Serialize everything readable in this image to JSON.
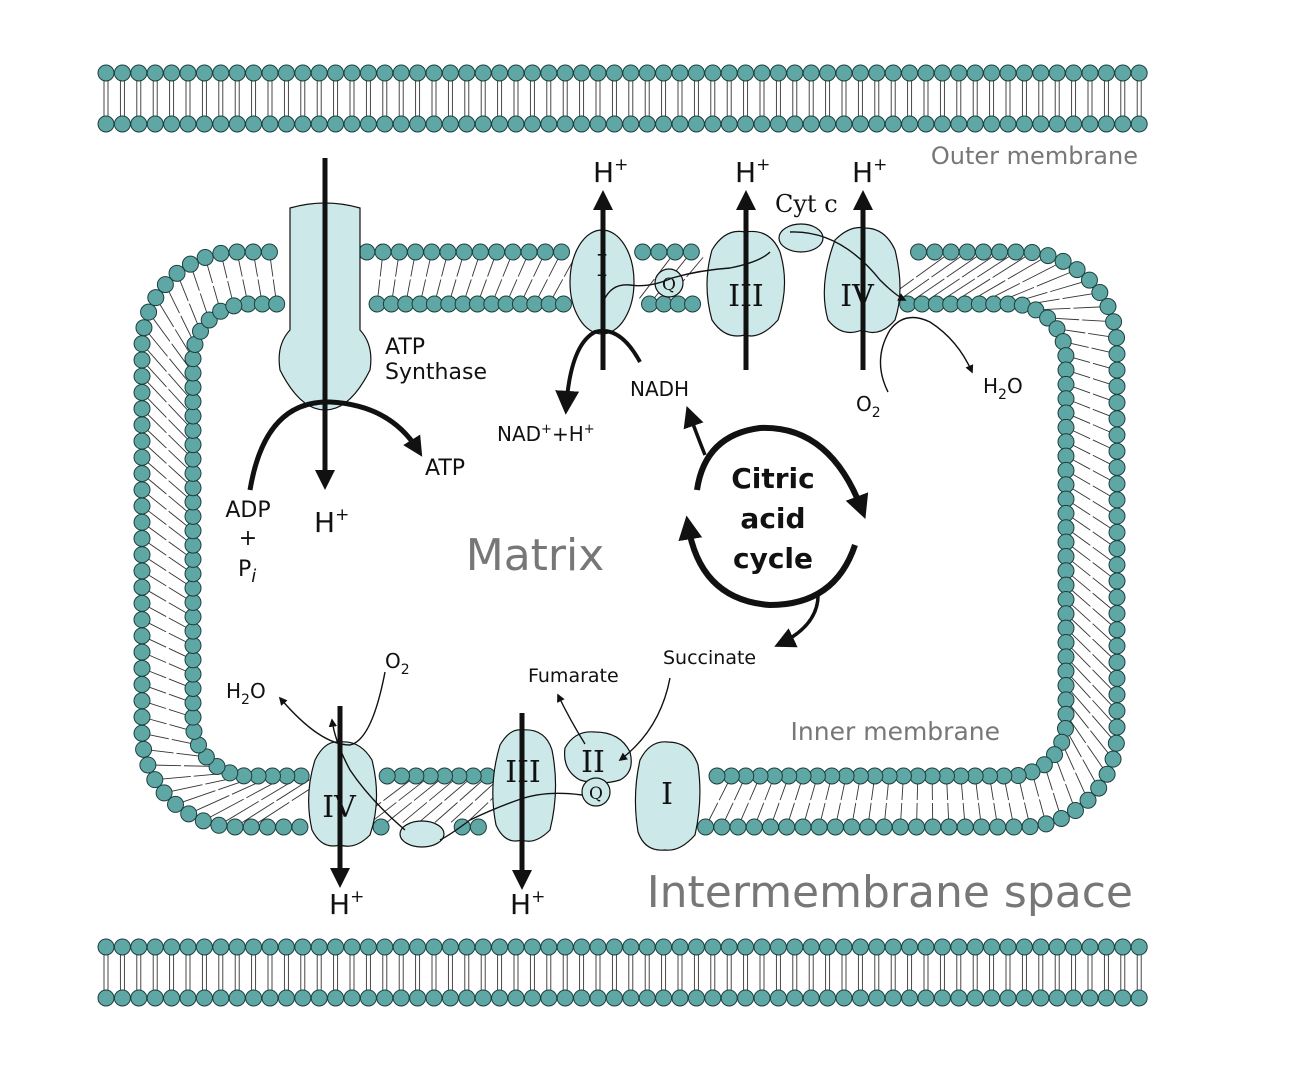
{
  "colors": {
    "membrane": "#5fa7a5",
    "protein_fill": "#cde8e8",
    "label_grey": "#777777",
    "ink": "#111111"
  },
  "labels": {
    "outer_membrane": "Outer membrane",
    "inner_membrane": "Inner membrane",
    "matrix": "Matrix",
    "intermembrane_space": "Intermembrane space",
    "atp_synthase_line1": "ATP",
    "atp_synthase_line2": "Synthase",
    "atp": "ATP",
    "adp": "ADP",
    "plus": "+",
    "pi": "P",
    "pi_sub": "i",
    "h": "H",
    "h_sup": "+",
    "nadh": "NADH",
    "nad_plus_h": "NAD+H",
    "cyt_c": "Cyt c",
    "o2": "O",
    "h2o_h": "H",
    "h2o_o": "O",
    "sub2": "2",
    "citric_1": "Citric",
    "citric_2": "acid",
    "citric_3": "cycle",
    "succinate": "Succinate",
    "fumarate": "Fumarate",
    "q": "Q"
  },
  "complexes": {
    "top_I": "I",
    "top_III": "III",
    "top_IV": "IV",
    "bottom_I": "I",
    "bottom_II": "II",
    "bottom_III": "III",
    "bottom_IV": "IV"
  }
}
